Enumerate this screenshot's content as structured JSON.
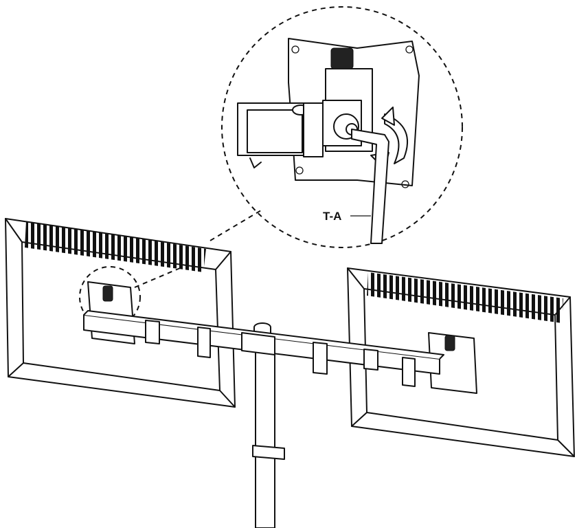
{
  "callout": {
    "label": "T-A"
  },
  "colors": {
    "ink": "#111111",
    "paper": "#ffffff"
  },
  "parts": [
    "monitor-left",
    "monitor-right",
    "pole",
    "crossbar",
    "vesa-plate",
    "hex-key"
  ]
}
